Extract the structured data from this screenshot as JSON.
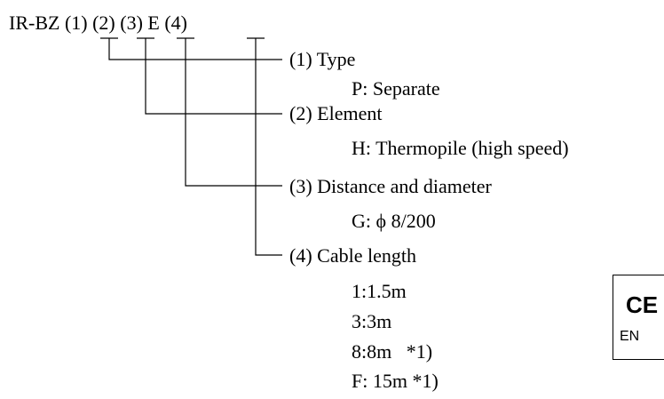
{
  "model_code": "IR-BZ (1) (2) (3) E (4)",
  "specs": [
    {
      "heading": "(1) Type",
      "options": [
        "P: Separate"
      ]
    },
    {
      "heading": "(2) Element",
      "options": [
        "H: Thermopile (high speed)"
      ]
    },
    {
      "heading": "(3) Distance and diameter",
      "options": [
        "G: ϕ 8/200"
      ]
    },
    {
      "heading": "(4) Cable length",
      "options": [
        "1:1.5m",
        "3:3m",
        "8:8m   *1)",
        "F: 15m *1)"
      ]
    }
  ],
  "certification": {
    "mark": "CE",
    "standard_prefix": "EN"
  }
}
